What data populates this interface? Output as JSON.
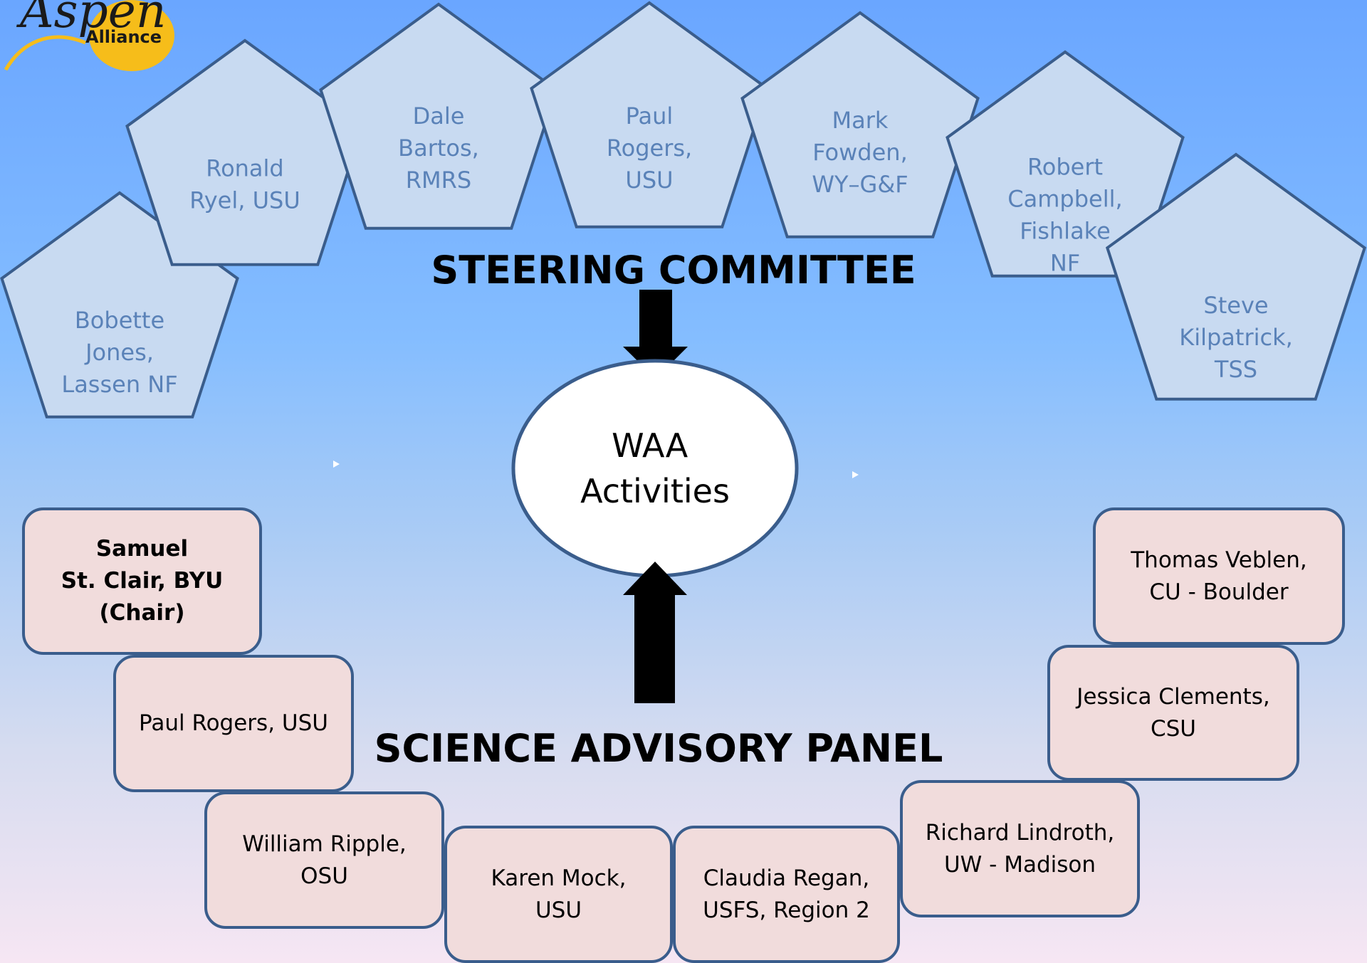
{
  "logo": {
    "script_text": "Aspen",
    "word": "Alliance"
  },
  "steering_committee": {
    "heading": "STEERING COMMITTEE",
    "members": [
      {
        "lines": [
          "Bobette",
          "Jones,",
          "Lassen NF"
        ]
      },
      {
        "lines": [
          "Ronald",
          "Ryel, USU"
        ]
      },
      {
        "lines": [
          "Dale",
          "Bartos,",
          "RMRS"
        ]
      },
      {
        "lines": [
          "Paul",
          "Rogers,",
          "USU"
        ]
      },
      {
        "lines": [
          "Mark",
          "Fowden,",
          "WY–G&F"
        ]
      },
      {
        "lines": [
          "Robert",
          "Campbell,",
          "Fishlake",
          "NF"
        ]
      },
      {
        "lines": [
          "Steve",
          "Kilpatrick,",
          "TSS"
        ]
      }
    ]
  },
  "center": {
    "lines": [
      "WAA",
      "Activities"
    ]
  },
  "science_panel": {
    "heading": "SCIENCE ADVISORY PANEL",
    "members": [
      {
        "text": "Samuel\nSt. Clair, BYU\n(Chair)",
        "bold": true
      },
      {
        "text": "Paul Rogers, USU"
      },
      {
        "text": "William Ripple,\nOSU"
      },
      {
        "text": "Karen Mock,\nUSU"
      },
      {
        "text": "Claudia Regan,\nUSFS, Region 2"
      },
      {
        "text": "Richard Lindroth,\nUW - Madison"
      },
      {
        "text": "Jessica Clements,\nCSU"
      },
      {
        "text": "Thomas Veblen,\nCU - Boulder"
      }
    ]
  },
  "colors": {
    "pentagon_fill": "#c8daf1",
    "pentagon_text": "#5a82b8",
    "outline": "#3a5d8c",
    "box_fill": "#f1dcdc"
  }
}
